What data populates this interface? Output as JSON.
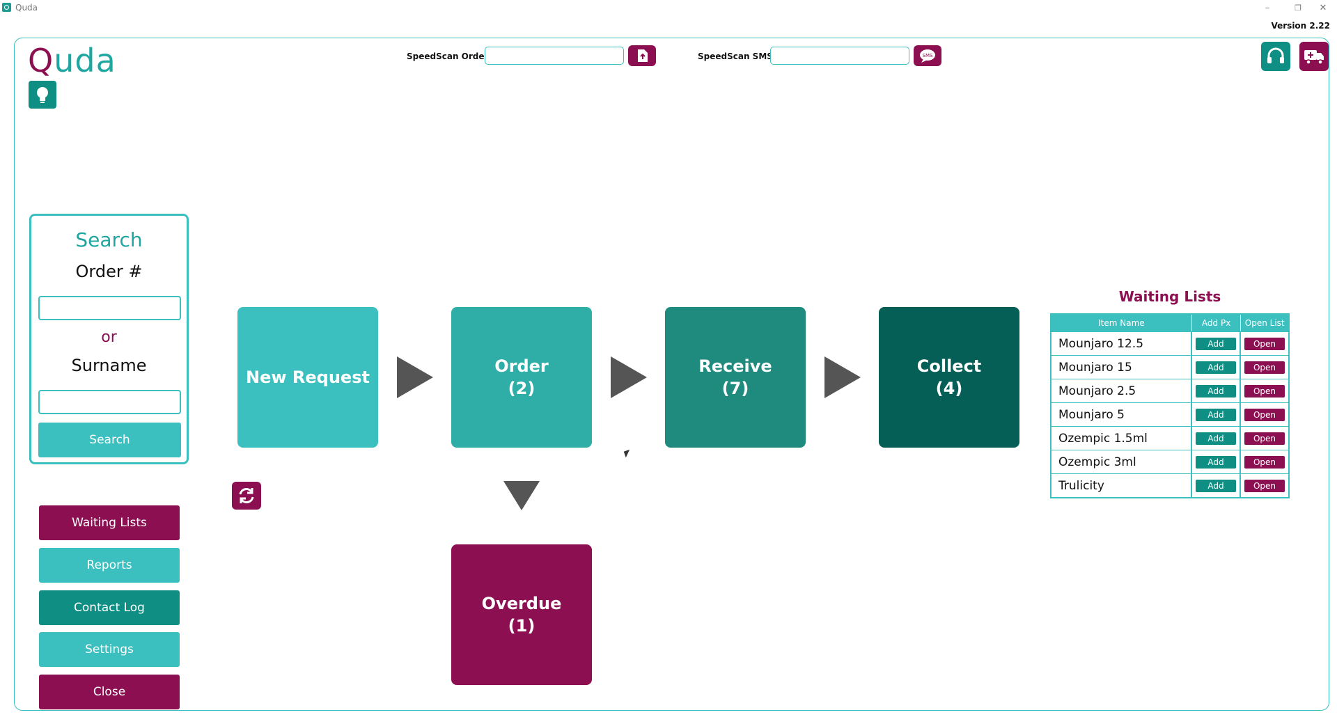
{
  "window": {
    "title": "Quda",
    "version": "Version 2.22"
  },
  "logo": {
    "q": "Q",
    "rest": "uda"
  },
  "speedscan": {
    "order_label": "SpeedScan Order",
    "order_value": "",
    "sms_label": "SpeedScan SMS",
    "sms_value": ""
  },
  "search_panel": {
    "title": "Search",
    "order_label": "Order #",
    "or_label": "or",
    "surname_label": "Surname",
    "order_value": "",
    "surname_value": "",
    "button_label": "Search"
  },
  "menu": [
    {
      "label": "Waiting Lists",
      "color": "#8c1051"
    },
    {
      "label": "Reports",
      "color": "#3bbfbf"
    },
    {
      "label": "Contact Log",
      "color": "#0f8f83"
    },
    {
      "label": "Settings",
      "color": "#3bbfbf"
    },
    {
      "label": "Close",
      "color": "#8c1051"
    }
  ],
  "flow": {
    "new_request": {
      "label": "New Request",
      "count": ""
    },
    "order": {
      "label": "Order",
      "count": "(2)"
    },
    "receive": {
      "label": "Receive",
      "count": "(7)"
    },
    "collect": {
      "label": "Collect",
      "count": "(4)"
    },
    "overdue": {
      "label": "Overdue",
      "count": "(1)"
    }
  },
  "waiting_lists": {
    "title": "Waiting Lists",
    "headers": [
      "Item Name",
      "Add Px",
      "Open List"
    ],
    "add_label": "Add",
    "open_label": "Open",
    "rows": [
      {
        "name": "Mounjaro 12.5"
      },
      {
        "name": "Mounjaro 15"
      },
      {
        "name": "Mounjaro 2.5"
      },
      {
        "name": "Mounjaro 5"
      },
      {
        "name": "Ozempic 1.5ml"
      },
      {
        "name": "Ozempic 3ml"
      },
      {
        "name": "Trulicity"
      }
    ]
  },
  "colors": {
    "teal_light": "#3bbfbf",
    "teal_mid": "#2eaea6",
    "teal_dark": "#1f8a7e",
    "teal_darkest": "#065f57",
    "magenta": "#8c1051"
  }
}
